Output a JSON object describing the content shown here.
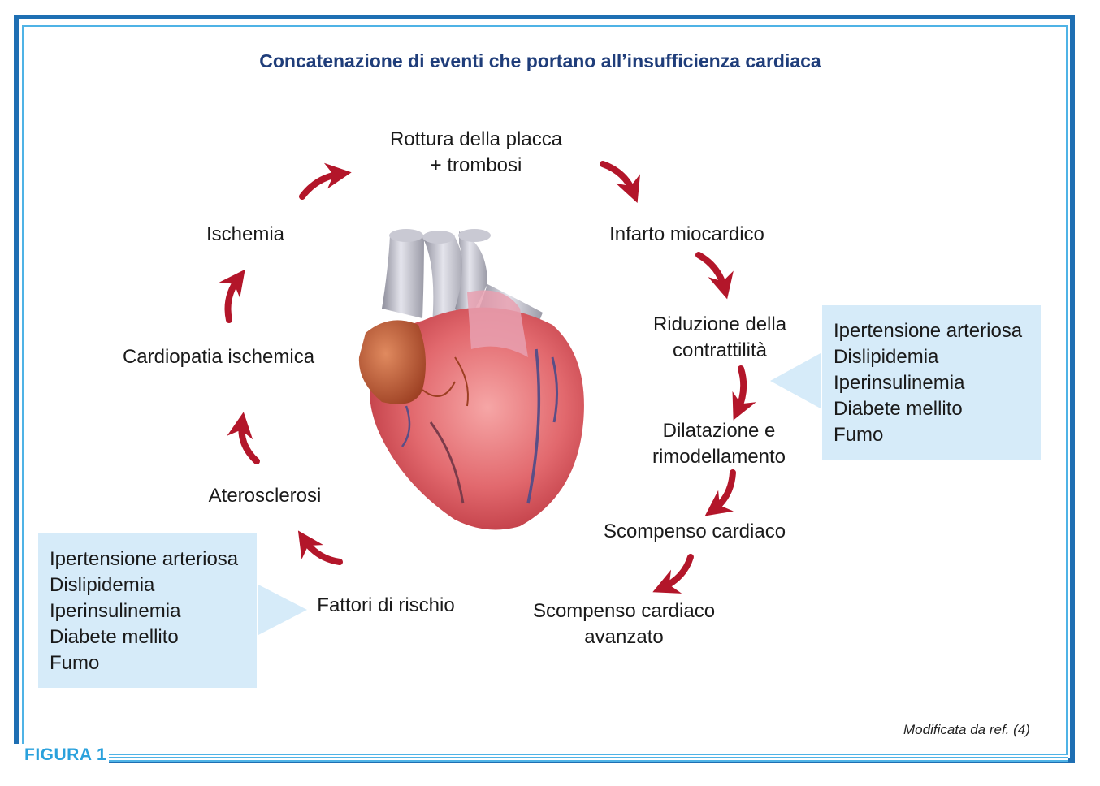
{
  "title": "Concatenazione di eventi che portano all’insufficienza cardiaca",
  "figure_label": "FIGURA 1",
  "credit": "Modificata da ref. (4)",
  "nodes": {
    "plaque_rupture": [
      "Rottura della placca",
      "+ trombosi"
    ],
    "myocardial_infarction": "Infarto miocardico",
    "contractility_reduction": [
      "Riduzione della",
      "contrattilità"
    ],
    "dilatation": [
      "Dilatazione e",
      "rimodellamento"
    ],
    "heart_failure": "Scompenso cardiaco",
    "advanced_heart_failure": [
      "Scompenso cardiaco",
      "avanzato"
    ],
    "risk_factors": "Fattori di rischio",
    "atherosclerosis": "Aterosclerosi",
    "ischemic_cardiopathy": "Cardiopatia ischemica",
    "ischemia": "Ischemia"
  },
  "risk_box_right": [
    "Ipertensione arteriosa",
    "Dislipidemia",
    "Iperinsulinemia",
    "Diabete mellito",
    "Fumo"
  ],
  "risk_box_left": [
    "Ipertensione arteriosa",
    "Dislipidemia",
    "Iperinsulinemia",
    "Diabete mellito",
    "Fumo"
  ],
  "colors": {
    "frame_outer": "#1e6fb3",
    "frame_inner": "#4fb3e6",
    "title": "#1f3d7a",
    "arrow": "#b3162a",
    "box_bg": "#d6ebf9",
    "pointer": "#d6ebf9"
  }
}
